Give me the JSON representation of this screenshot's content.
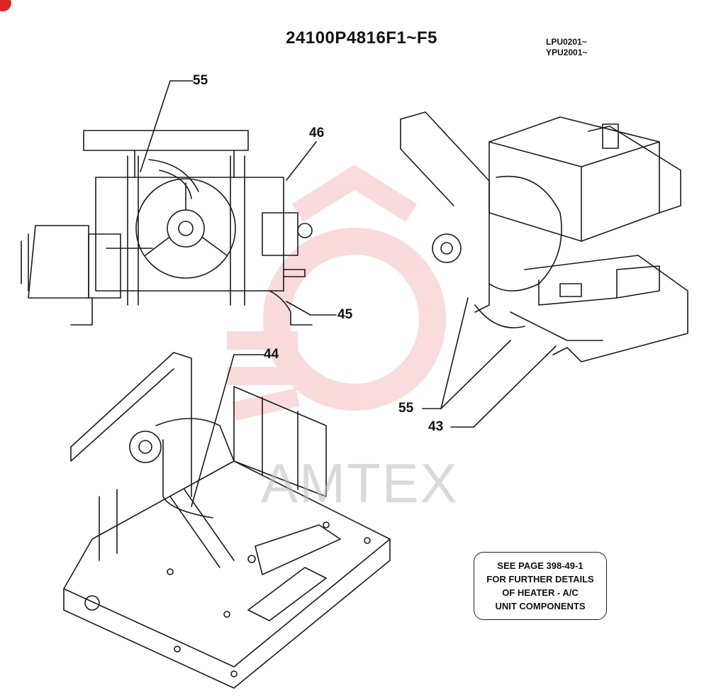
{
  "title": "24100P4816F1~F5",
  "serials": [
    "LPU0201~",
    "YPU2001~"
  ],
  "callouts": {
    "c55_top": "55",
    "c46": "46",
    "c45": "45",
    "c44": "44",
    "c55_right": "55",
    "c43": "43"
  },
  "note": {
    "lines": [
      "SEE PAGE 398-49-1",
      "FOR FURTHER DETAILS",
      "OF HEATER - A/C",
      "UNIT COMPONENTS"
    ]
  },
  "watermark": {
    "text": "AMTEX",
    "color": "#e23b3b"
  },
  "colors": {
    "line": "#1a1a1a",
    "badge": "#e02424"
  }
}
